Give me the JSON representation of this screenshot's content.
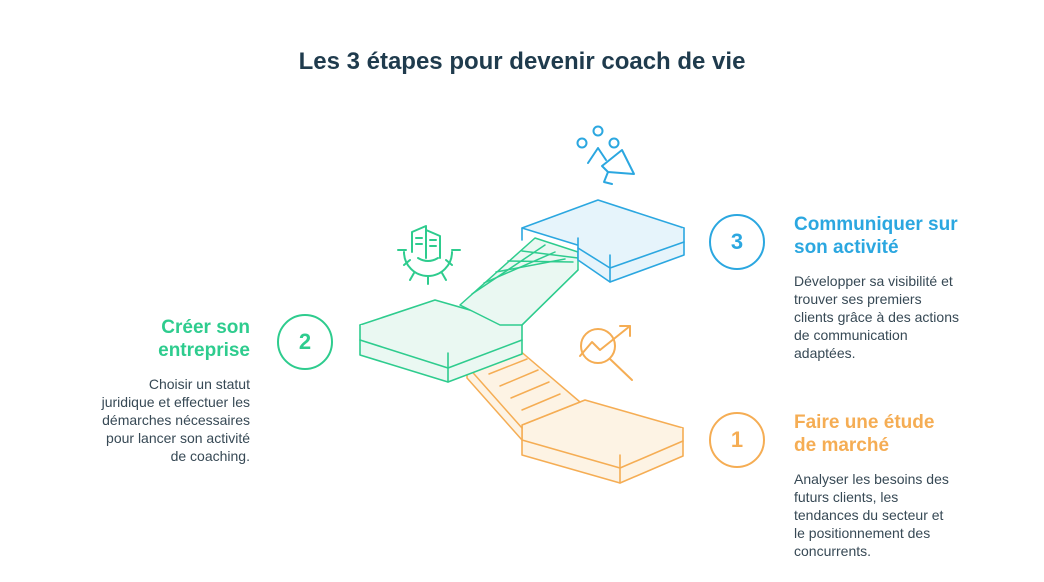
{
  "title": "Les 3 étapes pour devenir coach de vie",
  "colors": {
    "orange": "#f5ad54",
    "orange_fill": "#fdf3e4",
    "green": "#2ecc8e",
    "green_fill": "#eaf8f2",
    "blue": "#2ba7e0",
    "blue_fill": "#e6f4fb",
    "title": "#1f3b4d",
    "body": "#374955"
  },
  "steps": [
    {
      "number": "1",
      "title_line1": "Faire une étude",
      "title_line2": "de marché",
      "description": [
        "Analyser les besoins des",
        "futurs clients, les",
        "tendances du secteur et",
        "le positionnement des",
        "concurrents."
      ],
      "icon": "market-analysis-icon"
    },
    {
      "number": "2",
      "title_line1": "Créer son",
      "title_line2": "entreprise",
      "description": [
        "Choisir un statut",
        "juridique et effectuer les",
        "démarches nécessaires",
        "pour lancer son activité",
        "de coaching."
      ],
      "icon": "business-setup-gear-icon"
    },
    {
      "number": "3",
      "title_line1": "Communiquer sur",
      "title_line2": "son activité",
      "description": [
        "Développer sa visibilité et",
        "trouver ses premiers",
        "clients grâce à des actions",
        "de communication",
        "adaptées."
      ],
      "icon": "megaphone-people-icon"
    }
  ]
}
